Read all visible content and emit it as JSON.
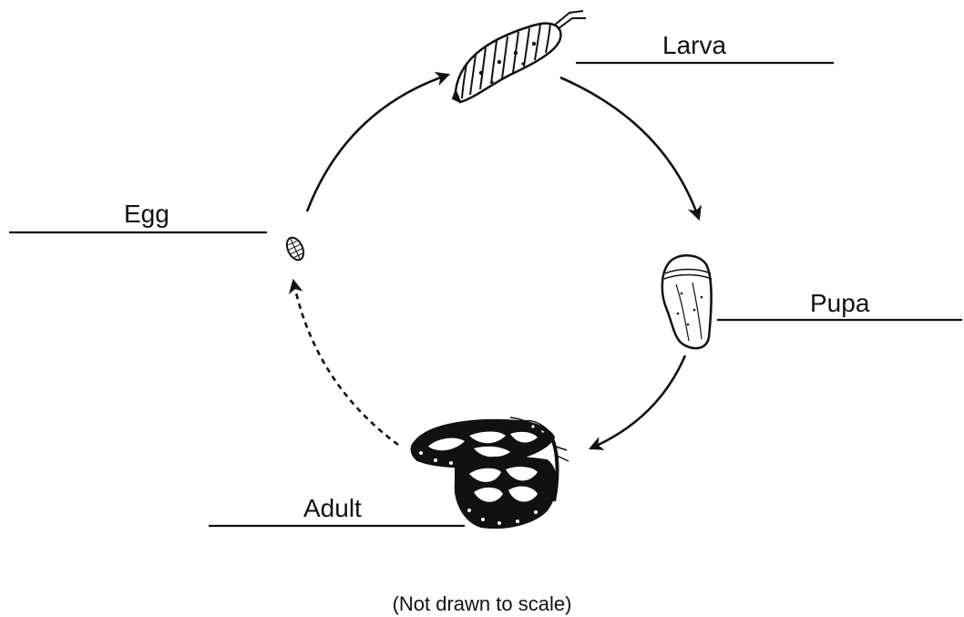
{
  "stages": {
    "larva": "Larva",
    "pupa": "Pupa",
    "adult": "Adult",
    "egg": "Egg"
  },
  "caption": "(Not drawn to scale)",
  "colors": {
    "ink": "#111111",
    "background": "#ffffff"
  },
  "icons": [
    "caterpillar-illustration",
    "chrysalis-illustration",
    "butterfly-illustration",
    "egg-illustration"
  ]
}
